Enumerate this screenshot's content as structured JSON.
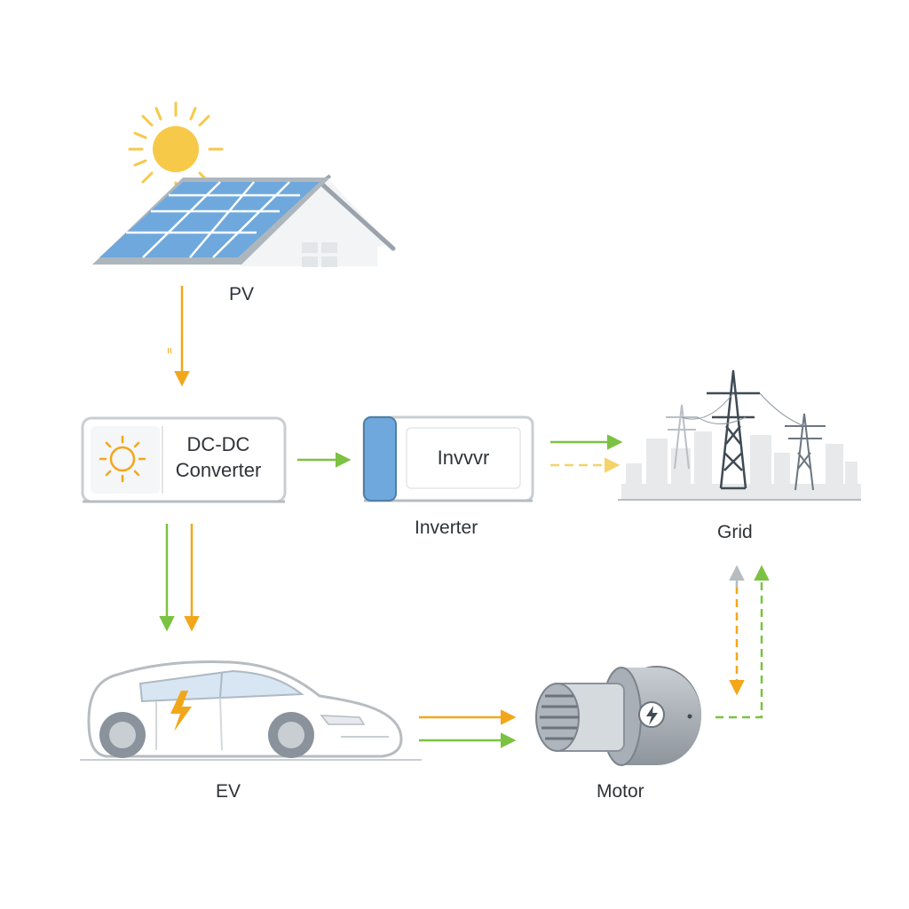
{
  "nodes": {
    "pv": {
      "label": "PV"
    },
    "dcdc": {
      "line1": "DC-DC",
      "line2": "Converter"
    },
    "inverter": {
      "label": "Inverter",
      "screen_text": "Invvvr"
    },
    "grid": {
      "label": "Grid"
    },
    "ev": {
      "label": "EV"
    },
    "motor": {
      "label": "Motor"
    }
  },
  "colors": {
    "orange": "#f2a71b",
    "green": "#7cc242",
    "panel_blue": "#6fa8dc",
    "sun_yellow": "#f7c948",
    "grey": "#b7bcc1"
  },
  "icons": [
    "sun-icon",
    "solar-panel-icon",
    "house-icon",
    "power-tower-icon",
    "city-skyline-icon",
    "car-icon",
    "lightning-icon",
    "motor-icon"
  ]
}
